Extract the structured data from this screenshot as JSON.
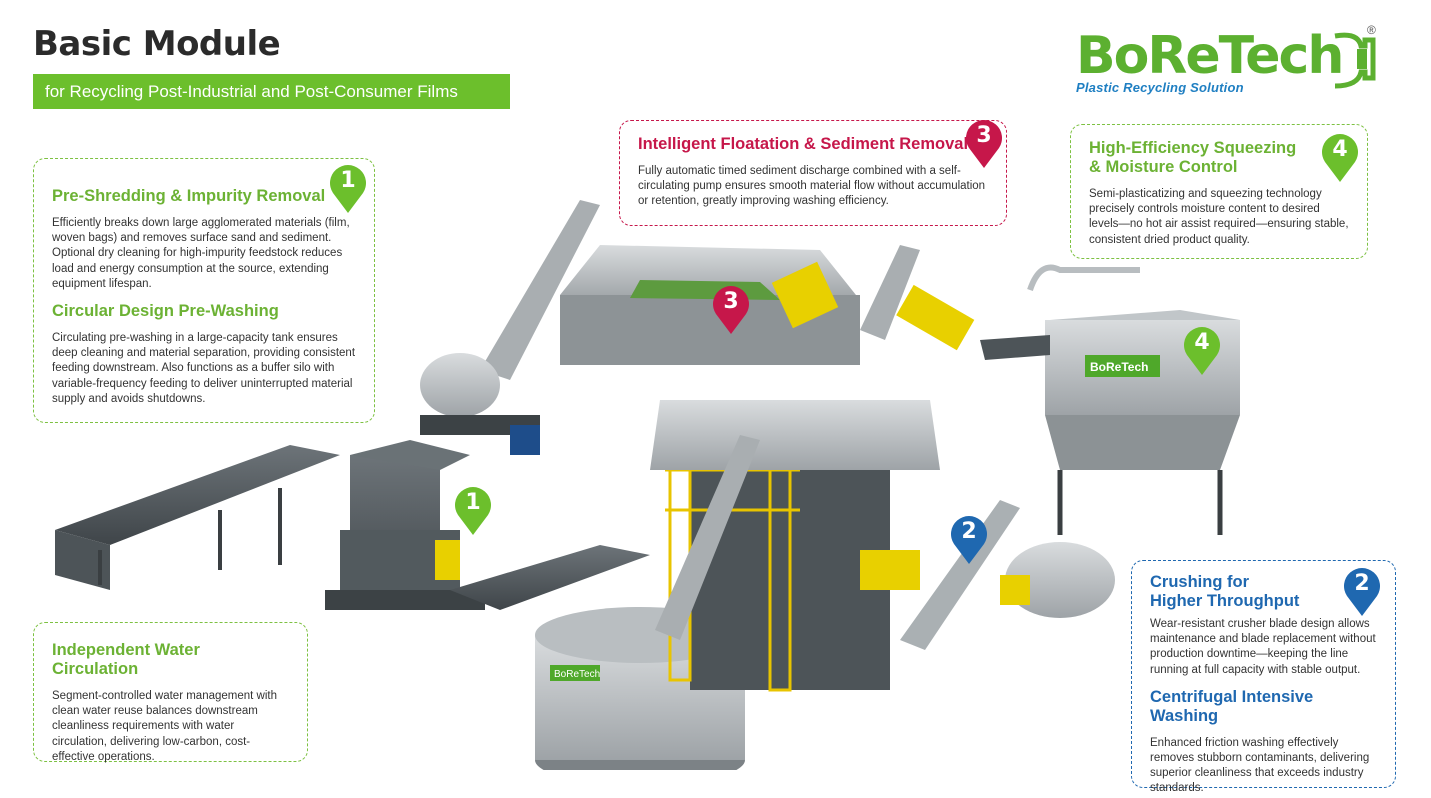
{
  "header": {
    "title": "Basic Module",
    "subtitle": "for Recycling Post-Industrial and Post-Consumer Films"
  },
  "logo": {
    "name": "BoReTech",
    "tagline": "Plastic Recycling Solution",
    "registered": "®"
  },
  "colors": {
    "green": "#6cbf2c",
    "red": "#c6174a",
    "blue": "#1f68b0"
  },
  "callouts": {
    "c1": {
      "number": "1",
      "title": "Pre-Shredding & Impurity Removal",
      "text": "Efficiently breaks down large agglomerated materials (film, woven bags) and removes surface sand and sediment. Optional dry cleaning for high-impurity feedstock reduces load and energy consumption at the source, extending equipment lifespan.",
      "title2": "Circular Design Pre-Washing",
      "text2": "Circulating pre-washing in a large-capacity tank ensures deep cleaning and material separation, providing consistent feeding downstream. Also functions as a buffer silo with variable-frequency feeding to deliver uninterrupted material supply and avoids shutdowns."
    },
    "c3": {
      "number": "3",
      "title": "Intelligent Floatation & Sediment Removal",
      "text": "Fully automatic timed sediment discharge combined with a self-circulating pump ensures smooth material flow without accumulation or retention, greatly improving washing efficiency."
    },
    "c4": {
      "number": "4",
      "title_line1": "High-Efficiency Squeezing",
      "title_line2": "& Moisture Control",
      "text": "Semi-plasticatizing and squeezing technology precisely controls moisture content to desired levels—no hot air assist required—ensuring stable, consistent dried product quality."
    },
    "water": {
      "title": "Independent Water Circulation",
      "text": "Segment-controlled water management with clean water reuse balances downstream cleanliness requirements with water circulation, delivering low-carbon, cost-effective operations."
    },
    "c2": {
      "number": "2",
      "title_line1": "Crushing for",
      "title_line2": "Higher Throughput",
      "text": "Wear-resistant crusher blade design allows maintenance and blade replacement without production downtime—keeping the line running at full capacity with stable output.",
      "title2": "Centrifugal Intensive Washing",
      "text2": "Enhanced friction washing effectively removes stubborn contaminants, delivering superior cleanliness that exceeds industry standards."
    }
  },
  "machine_pins": {
    "p1": "1",
    "p2": "2",
    "p3": "3",
    "p4": "4"
  },
  "machine_labels": {
    "tank_brand": "BoReTech",
    "dryer_brand": "BoReTech"
  }
}
